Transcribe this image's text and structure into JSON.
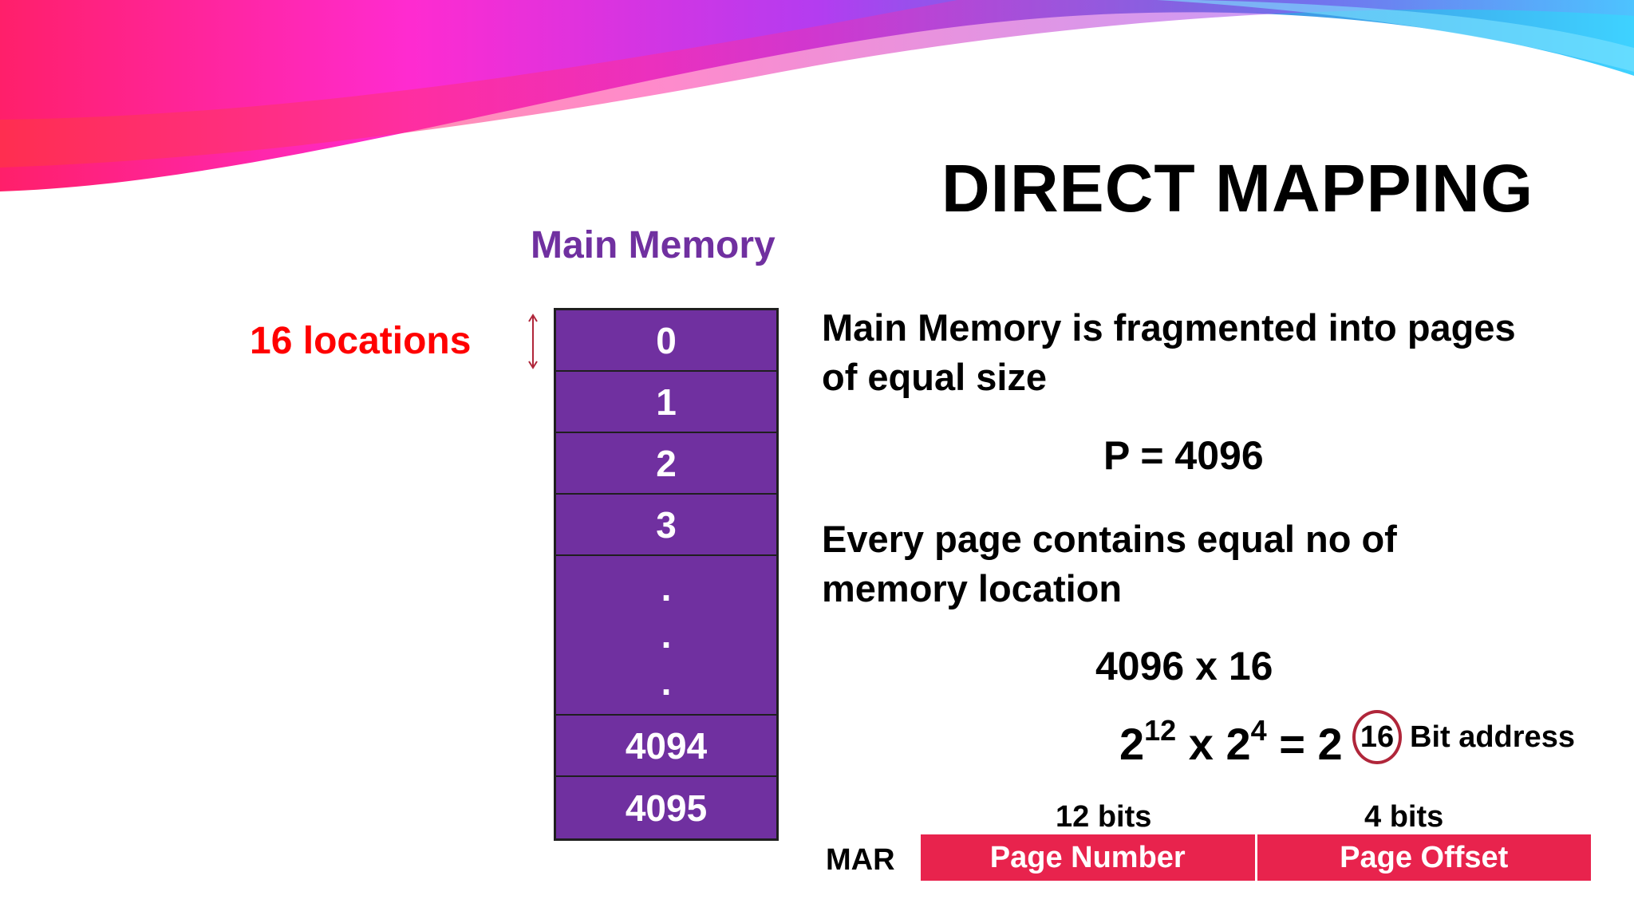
{
  "slide": {
    "title": "DIRECT MAPPING",
    "main_memory_label": "Main Memory",
    "locations_label": "16 locations",
    "memory_cells": [
      "0",
      "1",
      "2",
      "3"
    ],
    "memory_dots": [
      ".",
      ".",
      "."
    ],
    "memory_cells_end": [
      "4094",
      "4095"
    ],
    "paragraph1": [
      "Main Memory is fragmented into pages",
      "of equal size"
    ],
    "equation1": "P = 4096",
    "paragraph2": [
      "Every page contains equal no of",
      "memory location"
    ],
    "equation2": "4096 x 16",
    "equation3": {
      "base1": "2",
      "exp1": "12",
      "mid": " x 2",
      "exp2": "4",
      "eq": " = 2",
      "circled": "16",
      "suffix": "Bit address"
    },
    "mar": {
      "label": "MAR",
      "bits_left": "12 bits",
      "bits_right": "4 bits",
      "segments": [
        "Page Number",
        "Page Offset"
      ]
    }
  },
  "colors": {
    "purple": "#7030a0",
    "red": "#ff0000",
    "mar_bar": "#e8234d",
    "circle": "#b0263a"
  }
}
